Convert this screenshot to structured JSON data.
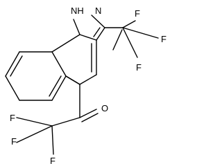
{
  "molecule": {
    "atoms": {
      "nh": "NH",
      "n": "N",
      "o": "O",
      "f_cf3_top": "F",
      "f_cf3_right": "F",
      "f_cf3_bottom": "F",
      "f_left_top": "F",
      "f_left_bottom": "F",
      "f_left_lower": "F"
    }
  }
}
